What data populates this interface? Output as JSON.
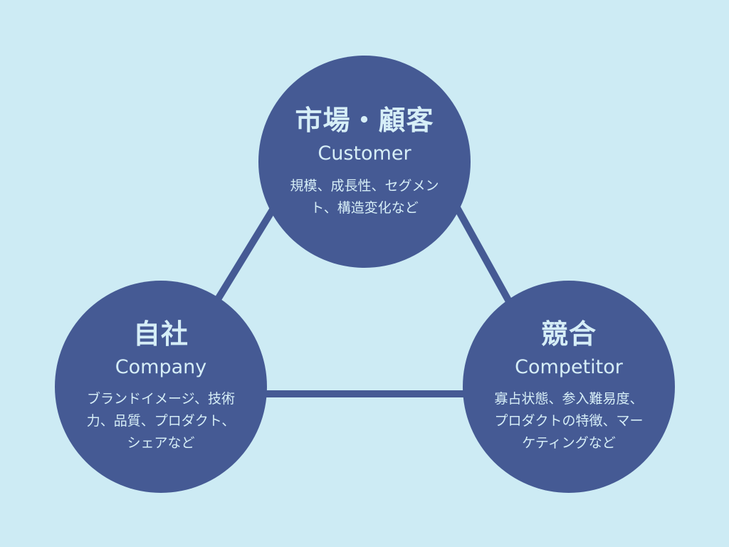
{
  "colors": {
    "background": "#cdebf4",
    "node_fill": "#455a94",
    "connector": "#455a94",
    "text": "#d6eef7"
  },
  "nodes": {
    "customer": {
      "title": "市場・顧客",
      "subtitle": "Customer",
      "description": "規模、成長性、セグメント、構造変化など"
    },
    "company": {
      "title": "自社",
      "subtitle": "Company",
      "description": "ブランドイメージ、技術力、品質、プロダクト、シェアなど"
    },
    "competitor": {
      "title": "競合",
      "subtitle": "Competitor",
      "description": "寡占状態、参入難易度、プロダクトの特徴、マーケティングなど"
    }
  }
}
